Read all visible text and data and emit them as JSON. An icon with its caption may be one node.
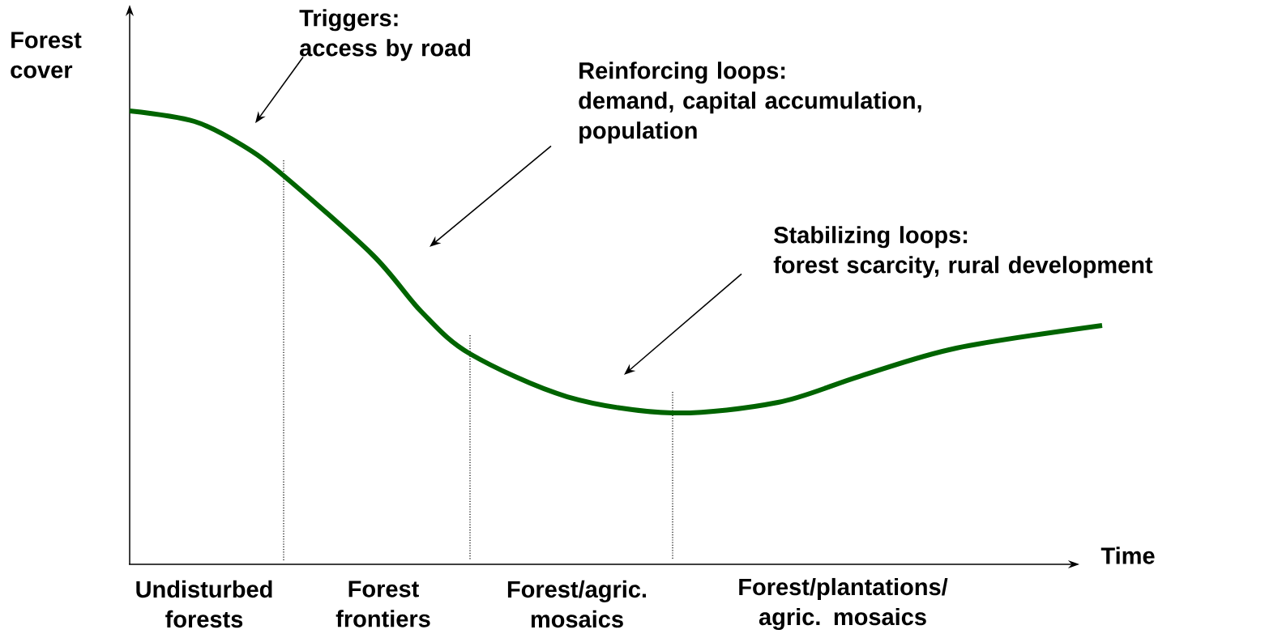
{
  "diagram": {
    "nodes": [
      {
        "text": [
          "Triggers:",
          "access by road"
        ]
      },
      {
        "text": [
          "Reinforcing loops:",
          "demand, capital accumulation, population"
        ]
      },
      {
        "text": [
          "Stabilizing loops:",
          "forest scarcity, rural development"
        ]
      }
    ],
    "edges": [
      {
        "from": 0,
        "to": null,
        "arrow": "to"
      },
      {
        "from": 1,
        "to": null,
        "arrow": "to"
      },
      {
        "from": 2,
        "to": null,
        "arrow": "to"
      }
    ],
    "labels": [
      "Forest cover",
      "Time",
      "Undisturbed forests",
      "Forest frontiers",
      "Forest/agric. mosaics",
      "Forest/plantations/ agric. mosaics"
    ]
  }
}
